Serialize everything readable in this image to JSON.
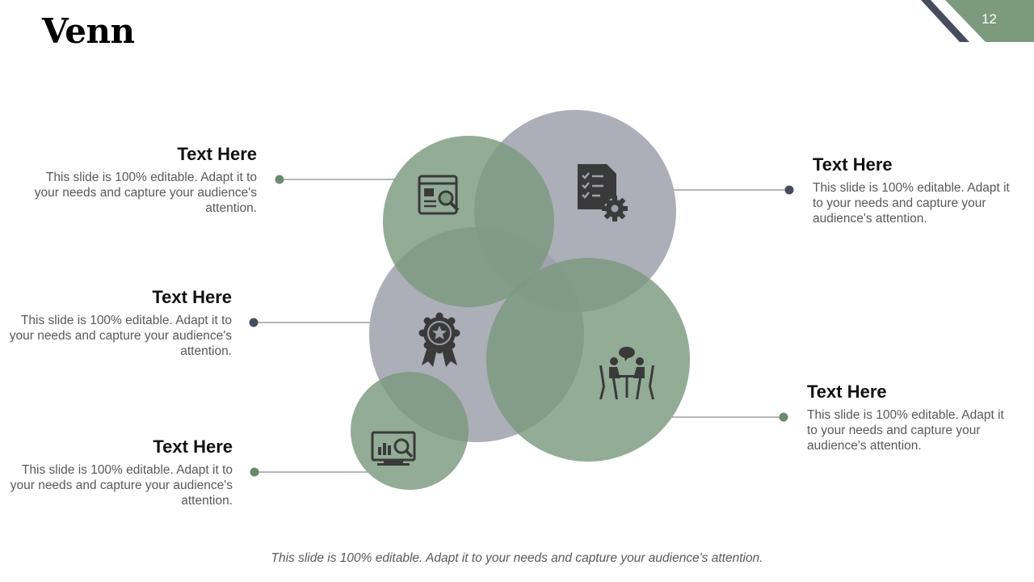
{
  "slide": {
    "title": "Venn",
    "page_number": "12",
    "footer": "This slide is 100% editable. Adapt it to your needs and capture your audience's attention."
  },
  "colors": {
    "green": "#7b9a7e",
    "gray": "#9ea0ab",
    "dot_gray": "#474d5e",
    "dot_green": "#6a8a6e",
    "icon": "#3a3a3a"
  },
  "callouts": [
    {
      "id": "top-left",
      "heading": "Text Here",
      "body": "This slide is 100% editable. Adapt it to your needs and capture your audience's attention."
    },
    {
      "id": "mid-left",
      "heading": "Text Here",
      "body": "This slide is 100% editable. Adapt it to your needs and capture your audience's attention."
    },
    {
      "id": "bottom-left",
      "heading": "Text Here",
      "body": "This slide is 100% editable. Adapt it to your needs and capture your audience's attention."
    },
    {
      "id": "top-right",
      "heading": "Text Here",
      "body": "This slide is 100% editable. Adapt it to your needs and capture your audience's attention."
    },
    {
      "id": "bottom-right",
      "heading": "Text Here",
      "body": "This slide is 100% editable. Adapt it to your needs and capture your audience's attention."
    }
  ],
  "icons": [
    "document-search-icon",
    "checklist-gear-icon",
    "award-ribbon-icon",
    "meeting-discussion-icon",
    "monitor-analytics-icon"
  ]
}
